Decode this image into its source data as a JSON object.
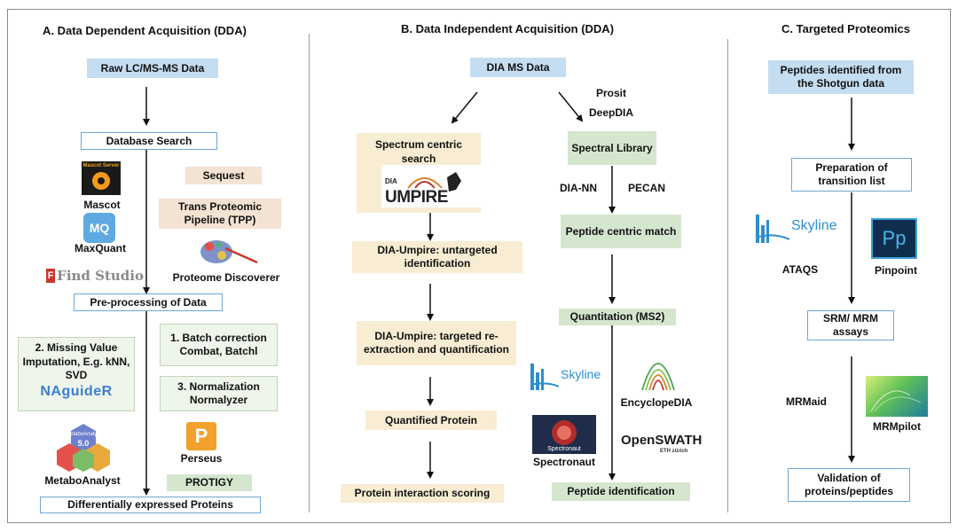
{
  "panels": {
    "dda": {
      "title": "A. Data Dependent Acquisition (DDA)",
      "raw": "Raw LC/MS-MS Data",
      "db_search": "Database Search",
      "mascot": "Mascot",
      "mascot_logo": "Mascot Server",
      "maxquant": "MaxQuant",
      "maxquant_logo": "MQ",
      "sequest": "Sequest",
      "tpp": "Trans Proteomic Pipeline (TPP)",
      "find_studio": "Find Studio",
      "find_studio_badge": "F",
      "proteome_discoverer": "Proteome Discoverer",
      "preprocessing": "Pre-processing of Data",
      "missing_value": "2. Missing Value Imputation, E.g. kNN, SVD",
      "naguider": "NAguideR",
      "batch": "1. Batch correction Combat, Batchl",
      "normalization": "3. Normalization Normalyzer",
      "metaboanalyst": "MetaboAnalyst",
      "metabo_logo_text": "MetaboAnalyst",
      "metabo_logo_version": "5.0",
      "perseus": "Perseus",
      "perseus_logo": "P",
      "protigy": "PROTIGY",
      "diff": "Differentially expressed Proteins"
    },
    "dia": {
      "title": "B. Data Independent Acquisition (DDA)",
      "dia_ms": "DIA MS Data",
      "prosit": "Prosit",
      "deepdia": "DeepDIA",
      "spectrum_search": "Spectrum centric search",
      "dia_logo_small": "DIA",
      "dia_logo_big": "UMPIRE",
      "spectral_library": "Spectral Library",
      "dia_nn": "DIA-NN",
      "pecan": "PECAN",
      "untargeted": "DIA-Umpire: untargeted identification",
      "peptide_match": "Peptide centric match",
      "targeted": "DIA-Umpire: targeted re-extraction and quantification",
      "quantitation": "Quantitation (MS2)",
      "skyline_logo": "Skyline",
      "encyclopedia": "EncyclopeDIA",
      "quantified": "Quantified Protein",
      "spectronaut_logo": "Spectronaut",
      "spectronaut": "Spectronaut",
      "openswath": "OpenSWATH",
      "openswath_sub": "ETH zürich",
      "interaction": "Protein interaction scoring",
      "peptide_id": "Peptide identification"
    },
    "targeted": {
      "title": "C. Targeted Proteomics",
      "peptides": "Peptides identified from the Shotgun data",
      "transition": "Preparation of transition list",
      "skyline_logo": "Skyline",
      "pinpoint_logo": "Pp",
      "ataqs": "ATAQS",
      "pinpoint": "Pinpoint",
      "srm": "SRM/ MRM assays",
      "mrmaid": "MRMaid",
      "mrmpilot": "MRMpilot",
      "validation": "Validation of proteins/peptides"
    }
  },
  "colors": {
    "blue_fill": "#c5ddf1",
    "blue_outline": "#6fa7d6",
    "beige_fill": "#f8ecd3",
    "green_fill": "#d5e6cf"
  }
}
